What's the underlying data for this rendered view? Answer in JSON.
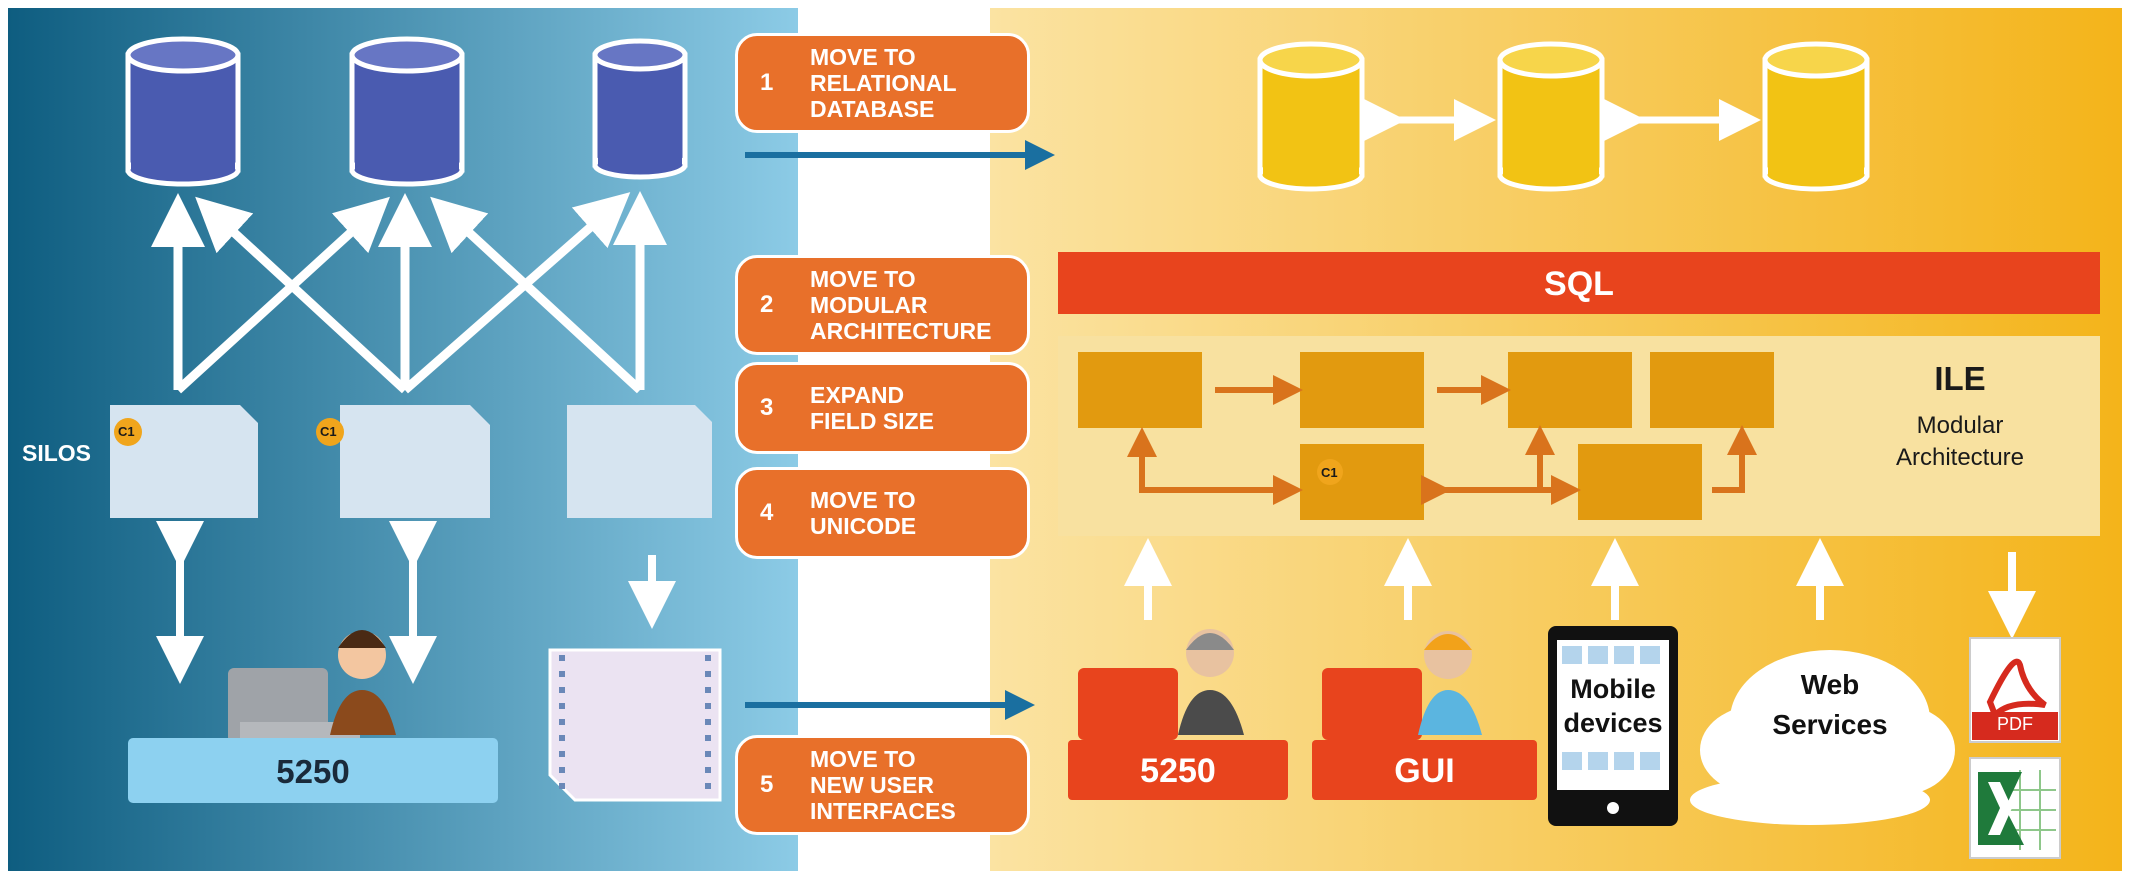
{
  "legacy": {
    "silos_label": "SILOS",
    "c1_badge": "C1",
    "terminal_label": "5250"
  },
  "steps": [
    {
      "num": "1",
      "label": "MOVE TO\nRELATIONAL\nDATABASE"
    },
    {
      "num": "2",
      "label": "MOVE TO\nMODULAR\nARCHITECTURE"
    },
    {
      "num": "3",
      "label": "EXPAND\nFIELD SIZE"
    },
    {
      "num": "4",
      "label": "MOVE TO\nUNICODE"
    },
    {
      "num": "5",
      "label": "MOVE TO\nNEW USER\nINTERFACES"
    }
  ],
  "modern": {
    "sql_label": "SQL",
    "ile_title": "ILE",
    "ile_subtitle": "Modular\nArchitecture",
    "c1_badge": "C1",
    "ui_5250": "5250",
    "ui_gui": "GUI",
    "mobile_label": "Mobile\ndevices",
    "web_services_label": "Web\nServices",
    "pdf_label": "PDF"
  },
  "colors": {
    "legacy_dark": "#0e5d80",
    "legacy_light": "#8ccbe6",
    "modern_light": "#fbe3a2",
    "modern_dark": "#f4b41a",
    "db_blue": "#4a5bb0",
    "db_yellow": "#f2c314",
    "module_orange": "#e29a0f",
    "sql_red": "#e8441d",
    "step_orange": "#e8702a"
  }
}
